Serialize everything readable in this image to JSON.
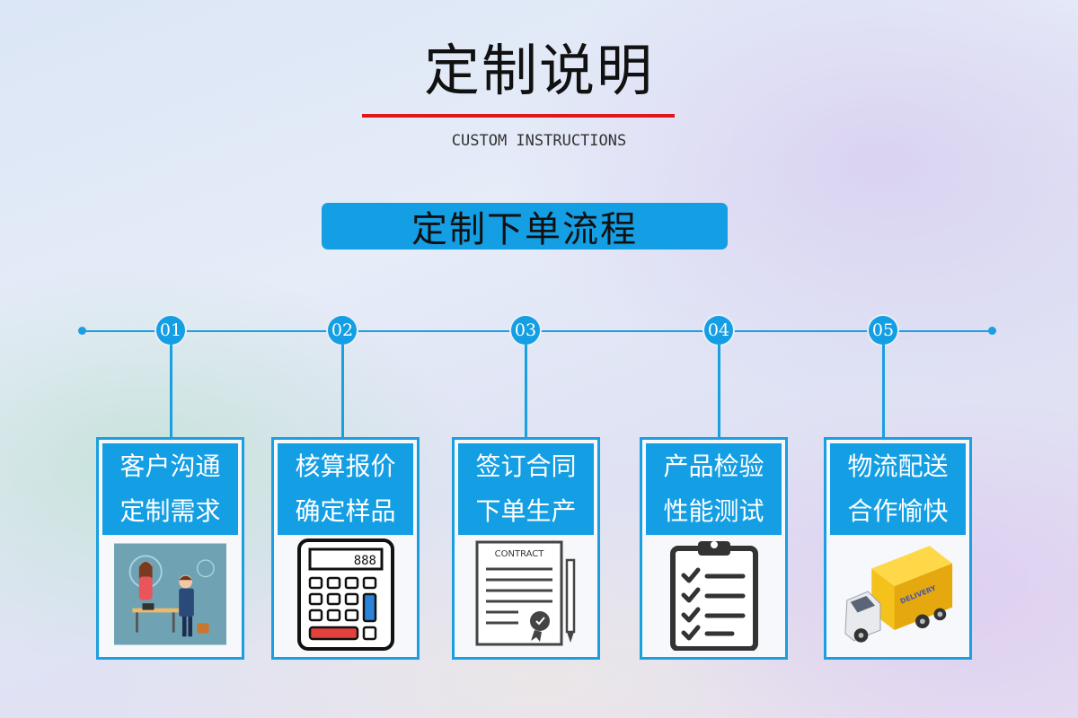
{
  "header": {
    "title": "定制说明",
    "subtitle": "CUSTOM INSTRUCTIONS"
  },
  "banner": {
    "label": "定制下单流程"
  },
  "steps": [
    {
      "number": "01",
      "line1": "客户沟通",
      "line2": "定制需求",
      "icon": "customer-service-icon"
    },
    {
      "number": "02",
      "line1": "核算报价",
      "line2": "确定样品",
      "icon": "calculator-icon",
      "display": "888"
    },
    {
      "number": "03",
      "line1": "签订合同",
      "line2": "下单生产",
      "icon": "contract-icon",
      "doc_label": "CONTRACT"
    },
    {
      "number": "04",
      "line1": "产品检验",
      "line2": "性能测试",
      "icon": "checklist-icon"
    },
    {
      "number": "05",
      "line1": "物流配送",
      "line2": "合作愉快",
      "icon": "delivery-truck-icon",
      "truck_label": "DELIVERY"
    }
  ],
  "colors": {
    "accent": "#149ee3",
    "title_underline": "#e0161d"
  }
}
